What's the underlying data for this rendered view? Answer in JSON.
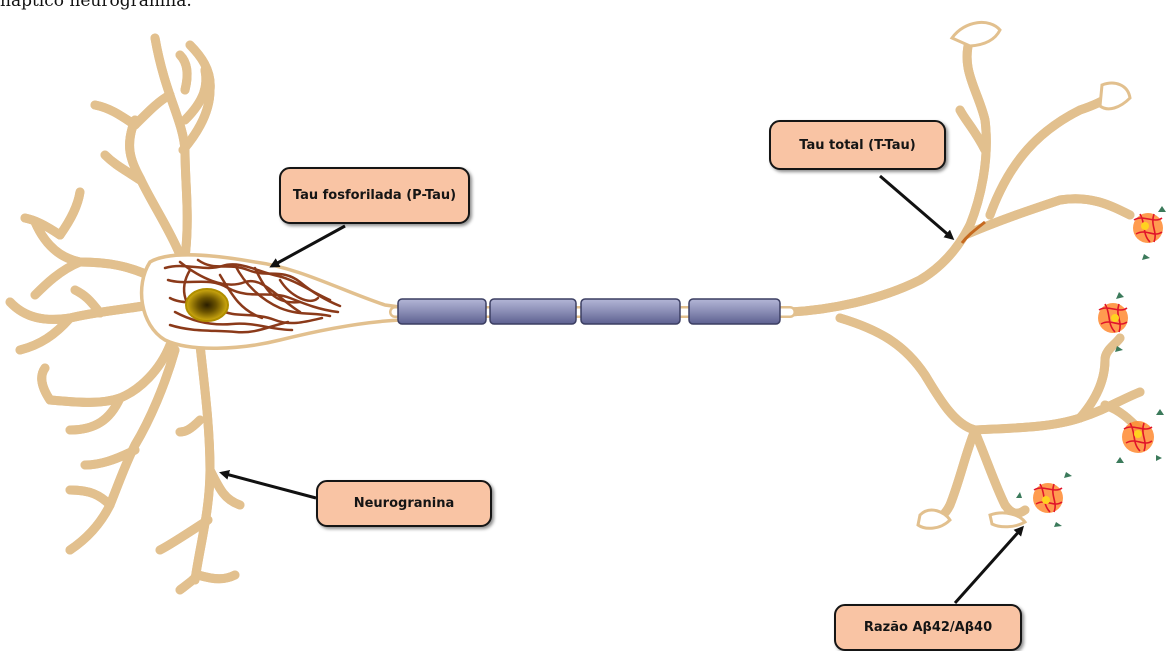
{
  "header": {
    "partial_text": "náptico neurogranina."
  },
  "labels": {
    "p_tau": "Tau fosforilada (P-Tau)",
    "t_tau": "Tau total (T-Tau)",
    "neurogranin": "Neurogranina",
    "ab_ratio": "Razão Aβ42/Aβ40"
  },
  "colors": {
    "membrane": "#e8c99b",
    "membrane_fill": "#ffffff",
    "tangles": "#8b3a1a",
    "nucleus_outer": "#c8a400",
    "nucleus_inner": "#3a2a00",
    "myelin": "#8d90b8",
    "label_fill": "#f9c4a4",
    "plaque": "#ff7a2a"
  }
}
